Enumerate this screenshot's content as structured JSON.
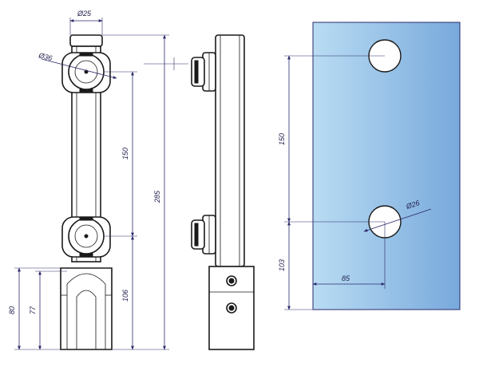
{
  "front_view": {
    "dim_width": "Ø25",
    "dim_boss_diameter": "Ø36",
    "dim_hole_spacing": "150",
    "dim_total_height": "285",
    "dim_lower_height": "106",
    "dim_base_outer": "80",
    "dim_base_inner": "77"
  },
  "glass_panel": {
    "dim_hole_spacing": "150",
    "dim_hole_diameter": "Ø26",
    "dim_bottom_offset": "103",
    "dim_side_offset": "85",
    "colors": {
      "light": "#b9dcf3",
      "dark": "#78a9dc"
    }
  }
}
